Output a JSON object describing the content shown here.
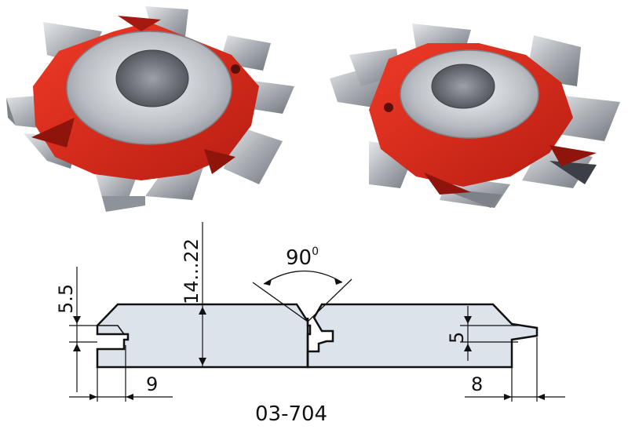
{
  "drawing": {
    "angle_label": "90",
    "angle_degree_mark": "0",
    "thickness_label": "14...22",
    "left_tongue_label": "5.5",
    "right_tongue_label": "5",
    "left_depth_label": "9",
    "right_depth_label": "8",
    "part_number": "03-704"
  },
  "colors": {
    "cutter_body": "#d92b1c",
    "blade_steel": "#b8bcc2",
    "profile_fill": "#dde3ea",
    "line": "#111111"
  },
  "icons": [
    "cutter-left-icon",
    "cutter-right-icon"
  ]
}
